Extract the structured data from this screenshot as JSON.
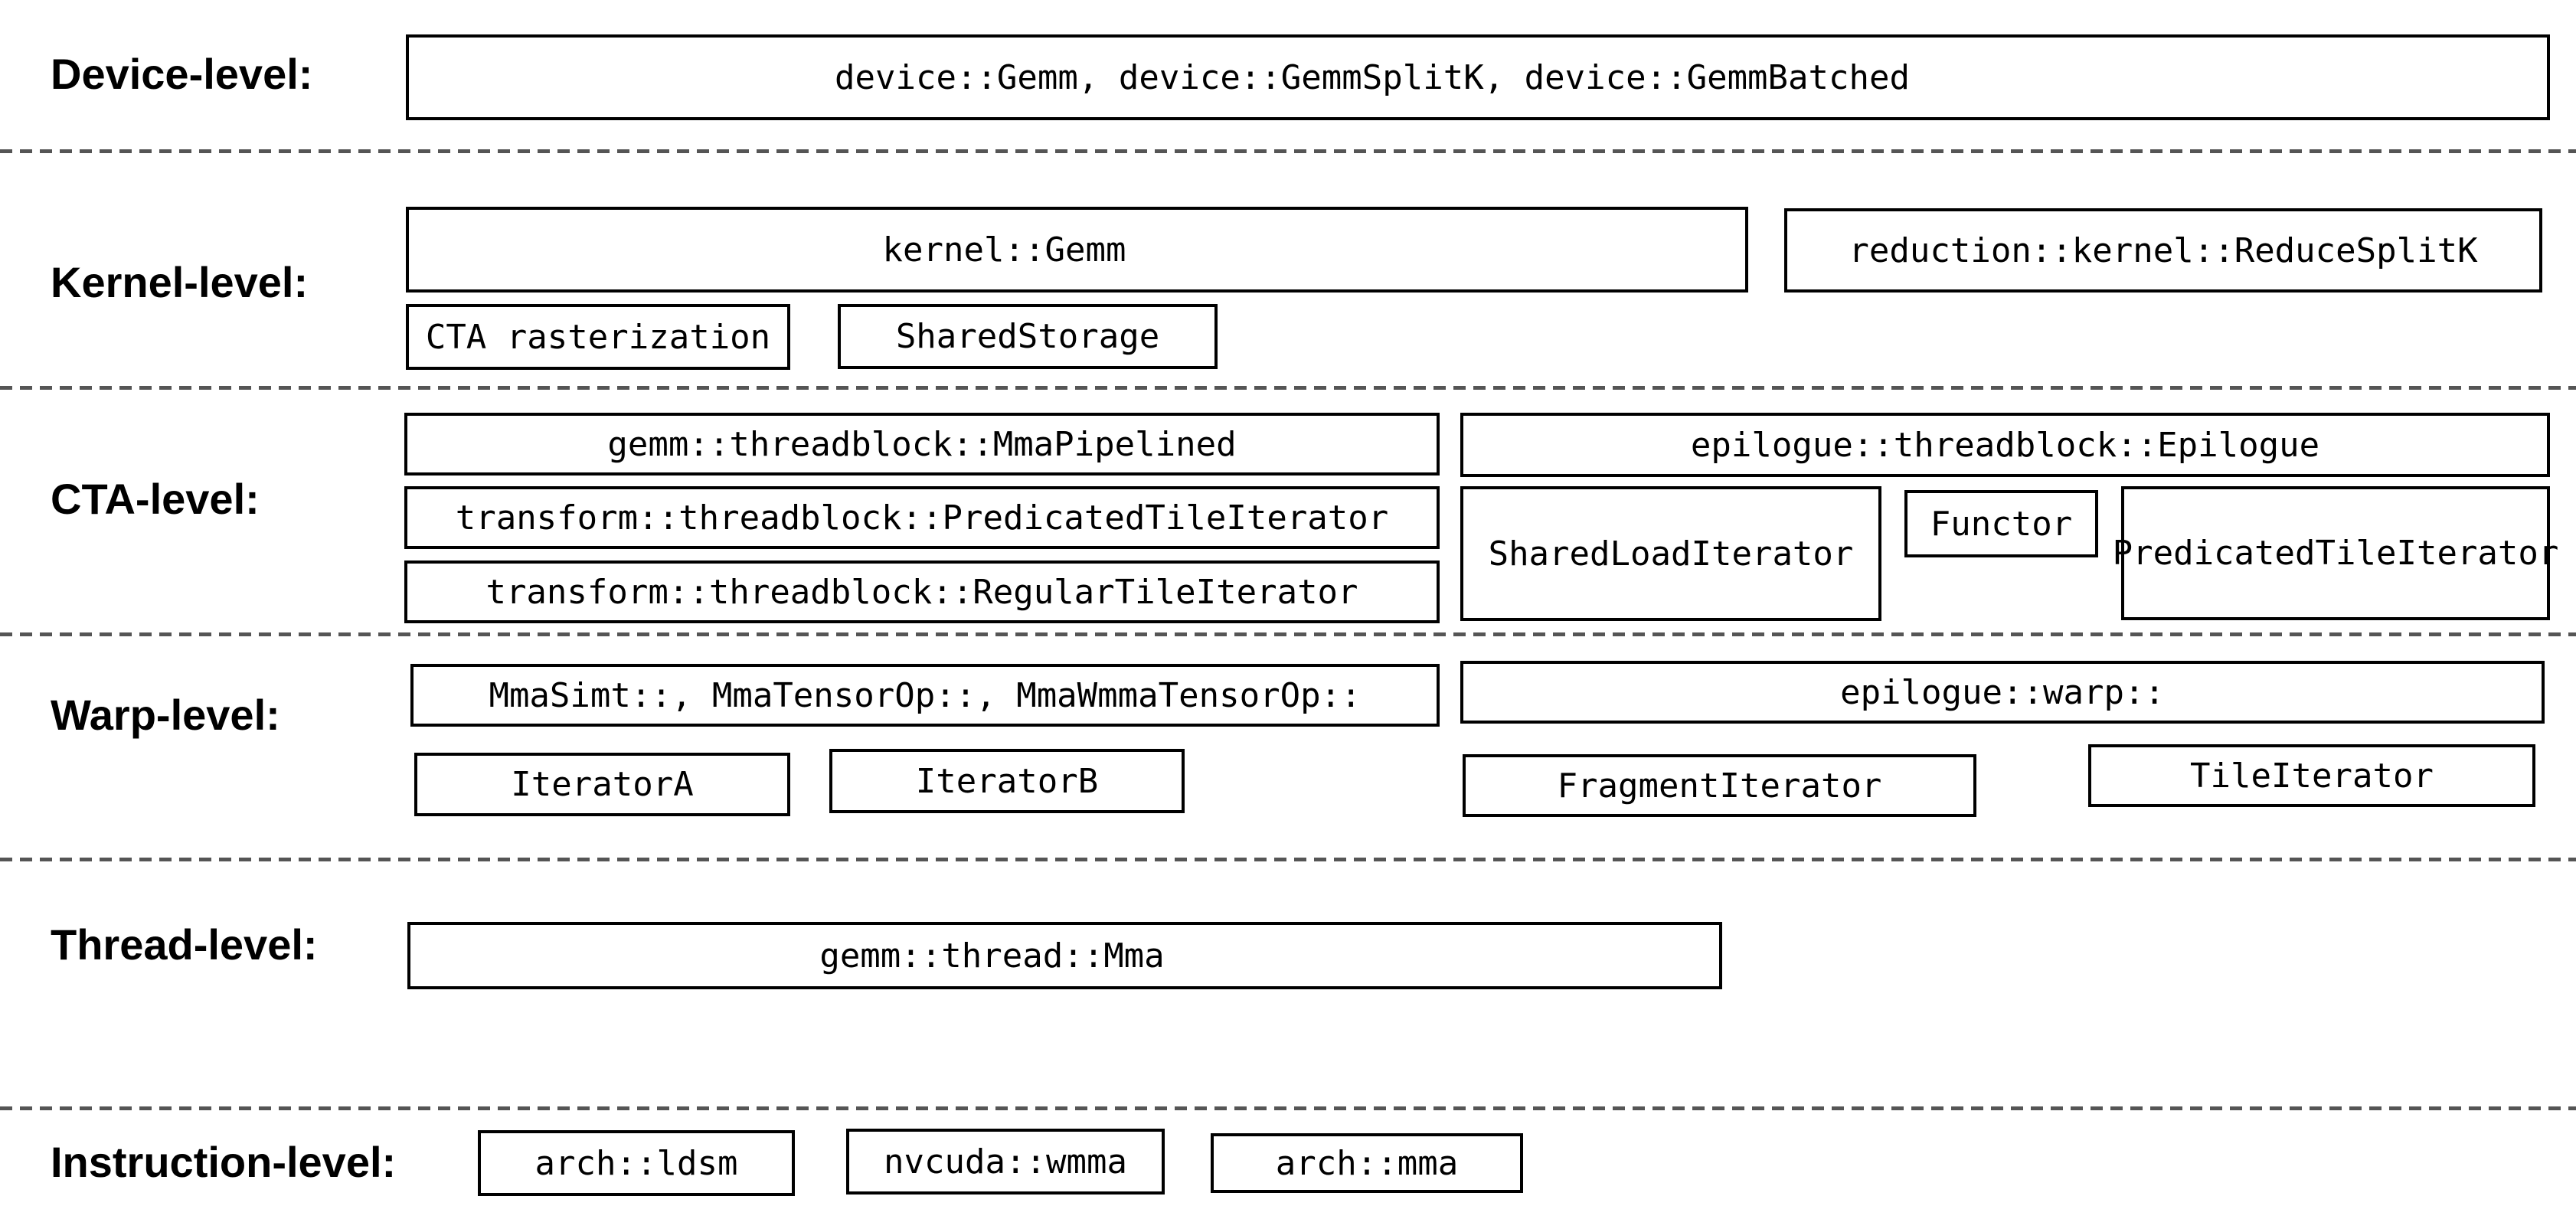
{
  "colors": {
    "background": "#ffffff",
    "box_border": "#000000",
    "text": "#000000",
    "separator": "#555555"
  },
  "levels": {
    "device": {
      "label": "Device-level:",
      "boxes": {
        "gemm_apis": "device::Gemm, device::GemmSplitK, device::GemmBatched"
      }
    },
    "kernel": {
      "label": "Kernel-level:",
      "boxes": {
        "gemm": "kernel::Gemm",
        "reduce_splitk": "reduction::kernel::ReduceSplitK",
        "cta_rasterization": "CTA rasterization",
        "shared_storage": "SharedStorage"
      }
    },
    "cta": {
      "label": "CTA-level:",
      "boxes": {
        "mma_pipelined": "gemm::threadblock::MmaPipelined",
        "predicated_tile_iterator": "transform::threadblock::PredicatedTileIterator",
        "regular_tile_iterator": "transform::threadblock::RegularTileIterator",
        "epilogue": "epilogue::threadblock::Epilogue",
        "shared_load_iterator": "SharedLoadIterator",
        "functor": "Functor",
        "epilogue_predicated_tile_iterator": "PredicatedTileIterator"
      }
    },
    "warp": {
      "label": "Warp-level:",
      "boxes": {
        "mma_ops": "MmaSimt::, MmaTensorOp::, MmaWmmaTensorOp::",
        "iterator_a": "IteratorA",
        "iterator_b": "IteratorB",
        "epilogue": "epilogue::warp::",
        "fragment_iterator": "FragmentIterator",
        "tile_iterator": "TileIterator"
      }
    },
    "thread": {
      "label": "Thread-level:",
      "boxes": {
        "mma": "gemm::thread::Mma"
      }
    },
    "instruction": {
      "label": "Instruction-level:",
      "boxes": {
        "ldsm": "arch::ldsm",
        "wmma": "nvcuda::wmma",
        "mma": "arch::mma"
      }
    }
  }
}
